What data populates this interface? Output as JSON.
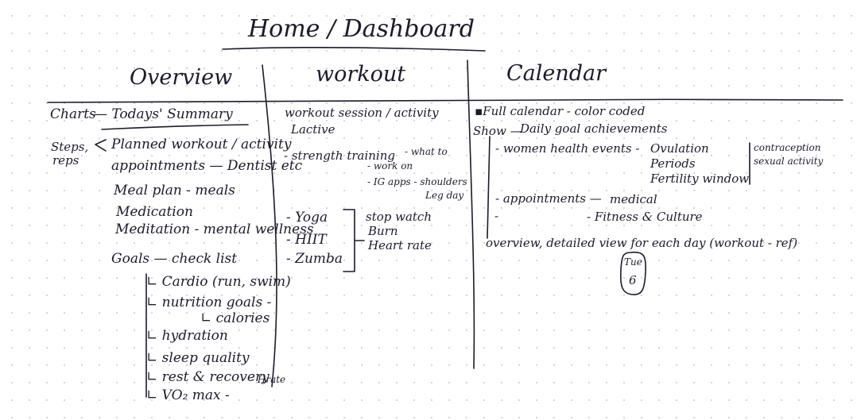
{
  "title": "Home / Dashboard",
  "columns": {
    "overview": {
      "heading": "Overview",
      "charts_label": "Charts",
      "summary": "Todays' Summary",
      "steps": "Steps,",
      "reps": "reps",
      "items": [
        "Planned workout / activity",
        "appointments — Dentist etc",
        "Meal plan - meals",
        "Medication",
        "Meditation - mental wellness"
      ],
      "goals_label": "Goals — check list",
      "goals": [
        "Cardio (run, swim)",
        "nutrition goals -",
        "calories",
        "hydration",
        "sleep quality",
        "rest & recovery",
        "VO₂ max -"
      ],
      "hrate": "- Hrate"
    },
    "workout": {
      "heading": "workout",
      "session": "workout session / activity",
      "active": "Lactive",
      "strength": "- strength training",
      "what_to": "- what to",
      "work_on": "- work on",
      "apps": "- IG apps - shoulders",
      "leg_day": "Leg day",
      "activities": [
        "- Yoga",
        "- HIIT",
        "- Zumba"
      ],
      "tools": [
        "stop watch",
        "Burn",
        "Heart rate"
      ]
    },
    "calendar": {
      "heading": "Calendar",
      "full": "Full calendar - color coded",
      "show": "Show —",
      "daily": "Daily goal achievements",
      "women": "- women health events -",
      "women_items": [
        "Ovulation",
        "Periods",
        "Fertility window"
      ],
      "women_side": [
        "contraception",
        "sexual activity"
      ],
      "appointments": "- appointments —",
      "appt_items": [
        "medical",
        "- Fitness & Culture"
      ],
      "dash": "-",
      "overview": "overview, detailed view for each day (workout - ref)",
      "day_name": "Tue",
      "day_num": "6"
    }
  }
}
